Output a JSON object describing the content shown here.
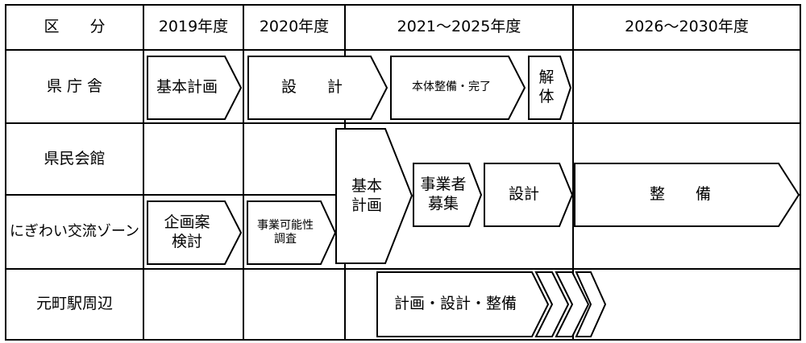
{
  "header": {
    "category": "区　　分",
    "col_2019": "2019年度",
    "col_2020": "2020年度",
    "col_2021_2025": "2021～2025年度",
    "col_2026_2030": "2026～2030年度"
  },
  "rows": {
    "prefectural_office": "県 庁 舎",
    "civic_hall": "県民会館",
    "nigiwai_zone": "にぎわい交流ゾーン",
    "motomachi_station": "元町駅周辺"
  },
  "steps": {
    "office_basic_plan": "基本計画",
    "office_design": "設　　計",
    "office_construction": "本体整備・完了",
    "office_demolition": "解\n体",
    "hall_basic_plan": "基本\n計画",
    "hall_operator_recruit": "事業者\n募集",
    "hall_design": "設計",
    "hall_development": "整　　備",
    "zone_planning_study": "企画案\n検討",
    "zone_feasibility": "事業可能性\n調査",
    "station_plan_design_dev": "計画・設計・整備"
  }
}
